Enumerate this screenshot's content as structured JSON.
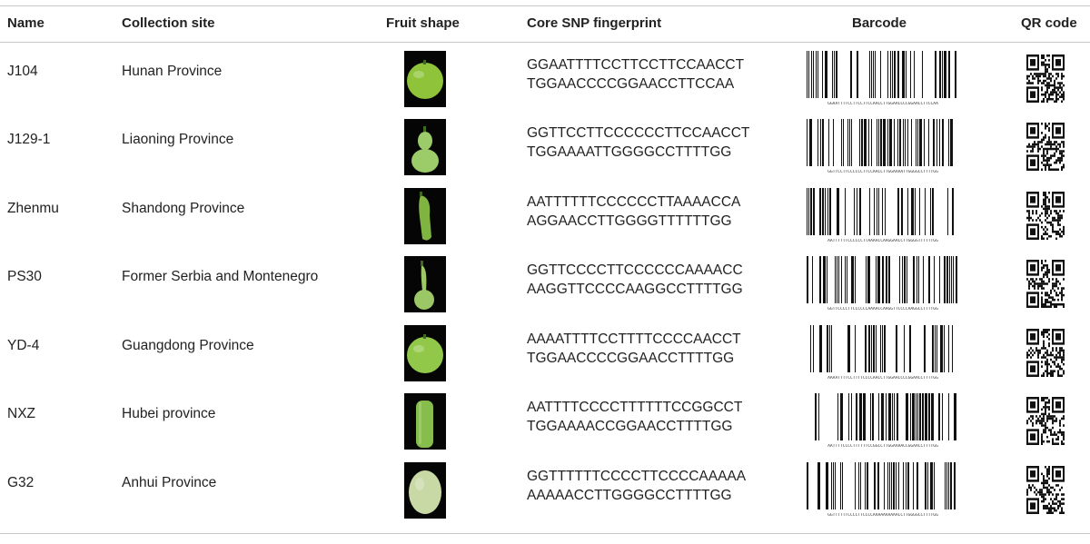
{
  "headers": {
    "name": "Name",
    "site": "Collection site",
    "fruit": "Fruit shape",
    "snp": "Core SNP fingerprint",
    "barcode": "Barcode",
    "qr": "QR code"
  },
  "rows": [
    {
      "name": "J104",
      "site": "Hunan Province",
      "shape": "round",
      "fruit_color": "#8fc43a",
      "snp1": "GGAATTTTCCTTCCTTCCAACCT",
      "snp2": "TGGAACCCCGGAACCTTCCAA",
      "barcode_text": "GGAATTTTCCTTCCTTCCAACCTTGGAACCCCGGAACCTTCCAA"
    },
    {
      "name": "J129-1",
      "site": "Liaoning Province",
      "shape": "gourd",
      "fruit_color": "#9ccb6a",
      "snp1": "GGTTCCTTCCCCCCTTCCAACCT",
      "snp2": "TGGAAAATTGGGGCCTTTTGG",
      "barcode_text": "GGTTCCTTCCCCCCTTCCAACCTTGGAAAATTGGGGCCTTTTGG"
    },
    {
      "name": "Zhenmu",
      "site": "Shandong Province",
      "shape": "curved",
      "fruit_color": "#7fb441",
      "snp1": "AATTTTTTCCCCCCTTAAAACCA",
      "snp2": "AGGAACCTTGGGGTTTTTTGG",
      "barcode_text": "AATTTTTTCCCCCCTTAAAACCAAGGAACCTTGGGGTTTTTTGG"
    },
    {
      "name": "PS30",
      "site": "Former Serbia and Montenegro",
      "shape": "longneck",
      "fruit_color": "#9cc766",
      "snp1": "GGTTCCCCTTCCCCCCAAAACC",
      "snp2": "AAGGTTCCCCAAGGCCTTTTGG",
      "barcode_text": "GGTTCCCCTTCCCCCCAAAACCAAGGTTCCCCAAGGCCTTTTGG"
    },
    {
      "name": "YD-4",
      "site": "Guangdong Province",
      "shape": "round",
      "fruit_color": "#92c84a",
      "snp1": "AAAATTTTCCTTTTCCCCAACCT",
      "snp2": "TGGAACCCCGGAACCTTTTGG",
      "barcode_text": "AAAATTTTCCTTTTCCCCAACCTTGGAACCCCGGAACCTTTTGG"
    },
    {
      "name": "NXZ",
      "site": "Hubei province",
      "shape": "cylinder",
      "fruit_color": "#86bd4c",
      "snp1": "AATTTTCCCCTTTTTTCCGGCCT",
      "snp2": "TGGAAAACCGGAACCTTTTGG",
      "barcode_text": "AATTTTCCCCTTTTTTCCGGCCTTGGAAAACCGGAACCTTTTGG"
    },
    {
      "name": "G32",
      "site": "Anhui Province",
      "shape": "oval",
      "fruit_color": "#c9d9a6",
      "snp1": "GGTTTTTTCCCCTTCCCCAAAAA",
      "snp2": "AAAAACCTTGGGGCCTTTTGG",
      "barcode_text": "GGTTTTTTCCCCTTCCCCAAAAAAAAAACCTTGGGGCCTTTTGG"
    }
  ]
}
